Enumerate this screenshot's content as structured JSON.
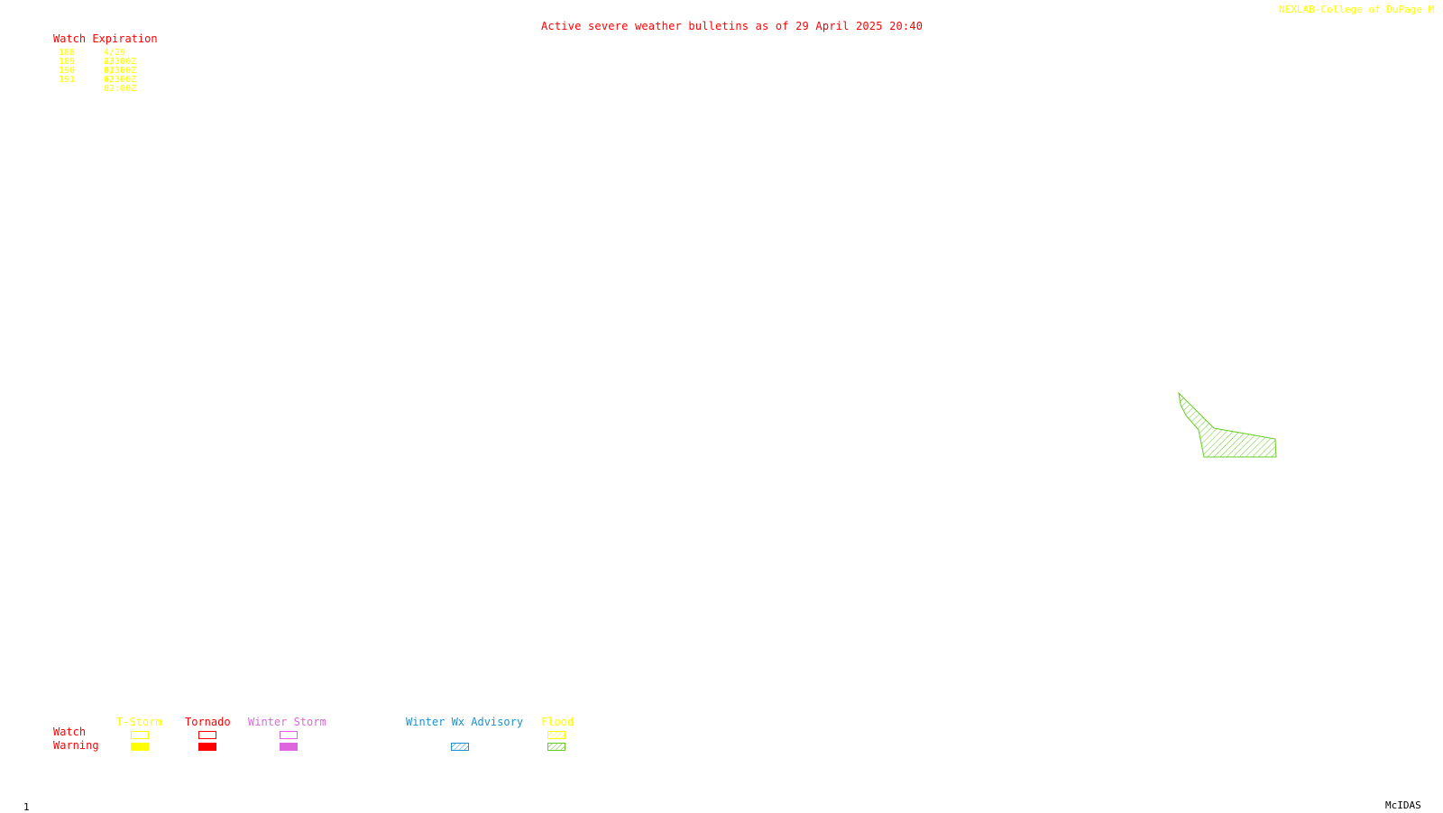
{
  "header": {
    "title": "Active severe weather bulletins as of 29 April 2025 20:40",
    "credit": "NEXLAB-College of DuPage M"
  },
  "watch_table": {
    "heading": "Watch Expiration",
    "rows": [
      {
        "number": "188",
        "expiration": "4/29 23:00Z"
      },
      {
        "number": "189",
        "expiration": "4/30 01:00Z"
      },
      {
        "number": "190",
        "expiration": "4/30 02:00Z"
      },
      {
        "number": "191",
        "expiration": "4/30 02:00Z"
      }
    ]
  },
  "legend": {
    "row_labels": {
      "watch": "Watch",
      "warning": "Warning"
    },
    "categories": [
      {
        "label": "T-Storm",
        "color": "#ffff00",
        "watch_style": "outline",
        "warning_style": "solid"
      },
      {
        "label": "Tornado",
        "color": "#ff0000",
        "watch_style": "outline",
        "warning_style": "solid"
      },
      {
        "label": "Winter Storm",
        "color": "#dd66dd",
        "watch_style": "outline",
        "warning_style": "solid"
      },
      {
        "label": "Winter Wx Advisory",
        "color": "#1e90d0",
        "watch_style": "none",
        "warning_style": "hatched"
      },
      {
        "label": "Flood",
        "color": "#ffff00",
        "warning_color": "#66cc22",
        "watch_style": "hatched",
        "warning_style": "hatched"
      }
    ]
  },
  "map": {
    "active_areas": [
      {
        "type": "Flood Warning",
        "color": "#66cc22",
        "fill": "hatched"
      }
    ]
  },
  "footer": {
    "frame_number": "1",
    "software": "McIDAS"
  }
}
